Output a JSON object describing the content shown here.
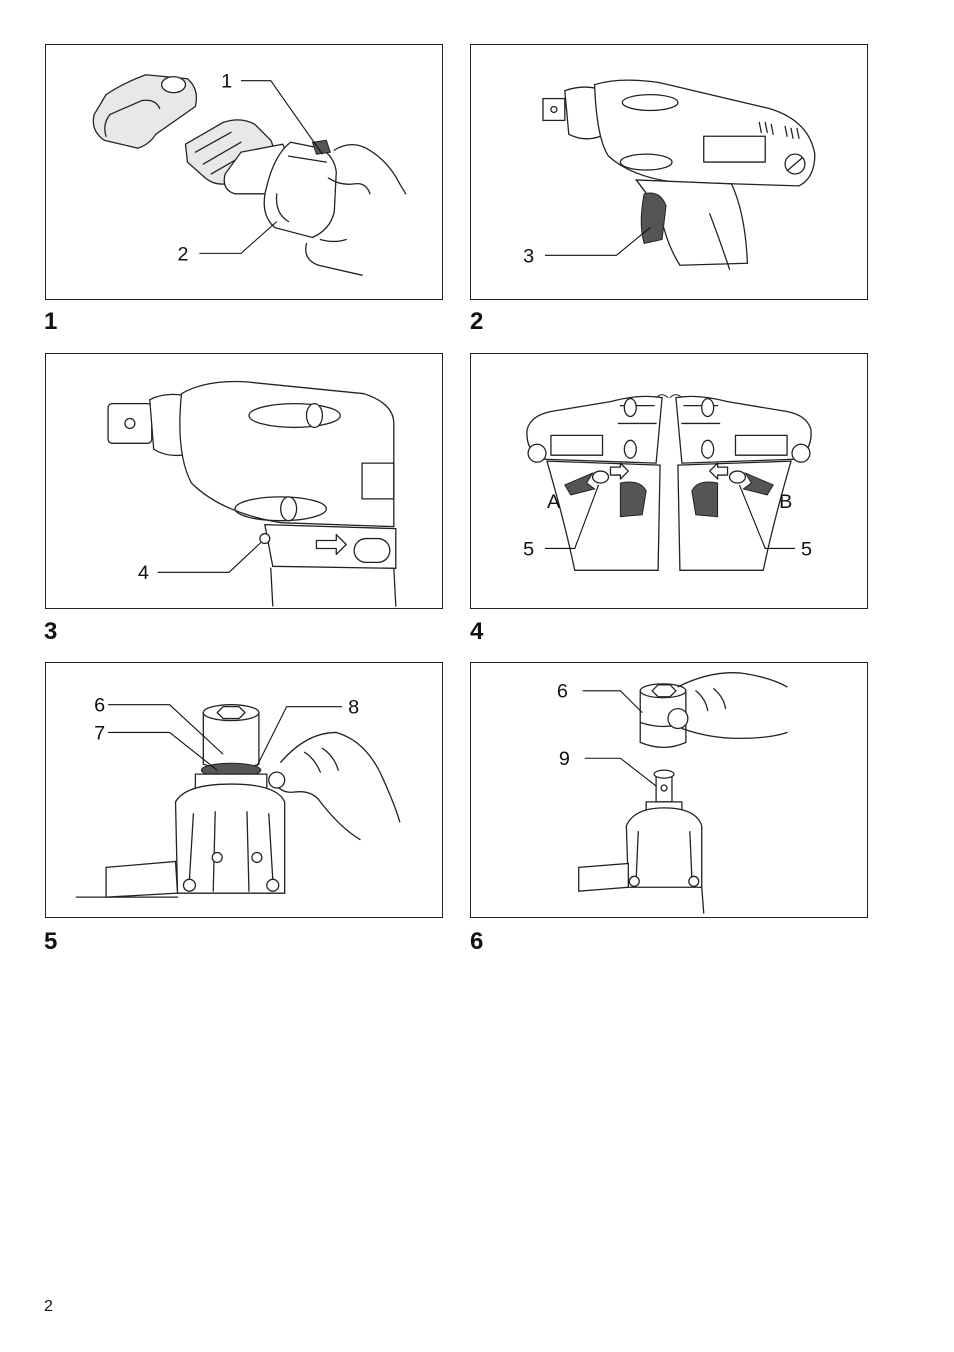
{
  "figures": [
    {
      "number": "1",
      "callouts": [
        "1",
        "2"
      ]
    },
    {
      "number": "2",
      "callouts": [
        "3"
      ]
    },
    {
      "number": "3",
      "callouts": [
        "4"
      ]
    },
    {
      "number": "4",
      "callouts": [
        "A",
        "B",
        "5",
        "5"
      ]
    },
    {
      "number": "5",
      "callouts": [
        "6",
        "7",
        "8"
      ]
    },
    {
      "number": "6",
      "callouts": [
        "6",
        "9"
      ]
    }
  ],
  "page_number": "2"
}
